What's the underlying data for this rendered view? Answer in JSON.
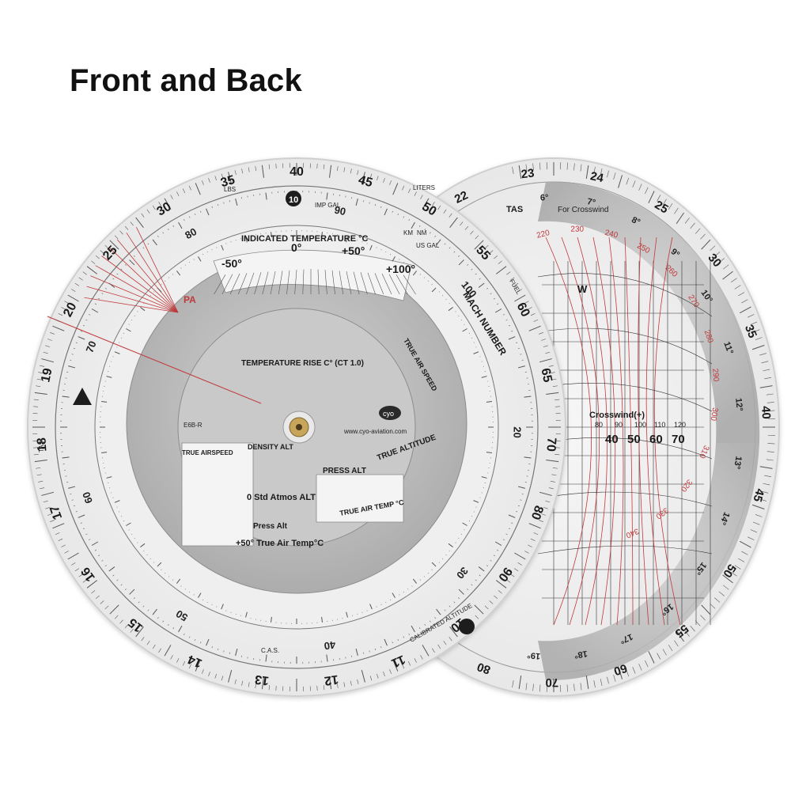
{
  "heading": "Front and Back",
  "colors": {
    "disc": "#f2f2f2",
    "silver": "#b8b8b8",
    "ink": "#1a1a1a",
    "red_ink": "#c0393b"
  },
  "front_disc": {
    "outer_numbers": [
      "40",
      "45",
      "50",
      "55",
      "60",
      "65",
      "70",
      "80",
      "90",
      "10",
      "11",
      "12",
      "13",
      "14",
      "15",
      "16",
      "17",
      "18",
      "19",
      "20",
      "25",
      "30",
      "35"
    ],
    "inner_numbers": [
      "80",
      "90",
      "100",
      "20",
      "30",
      "40",
      "50",
      "60",
      "70"
    ],
    "labels": {
      "indicated_temperature": "INDICATED TEMPERATURE °C",
      "temp_zero": "0°",
      "temp_plus50": "+50°",
      "temp_minus50": "-50°",
      "temp_plus100": "+100°",
      "temperature_rise": "TEMPERATURE RISE C° (CT 1.0)",
      "mach_number": "MACH NUMBER",
      "true_air_speed": "TRUE AIR SPEED",
      "true_altitude": "TRUE ALTITUDE",
      "press_alt": "PRESS ALT",
      "true_air_temp": "TRUE AIR TEMP °C",
      "std_atmos_alt": "0 Std Atmos ALT",
      "press_alt_small": "Press Alt",
      "true_air_temp_c": "+50° True Air Temp°C",
      "density_alt": "DENSITY ALT",
      "true_airspeed": "TRUE AIRSPEED",
      "website": "www.cyo-aviation.com",
      "model": "E6B-R",
      "logo": "cyo",
      "pa": "PA",
      "imp_gal": "IMP GAL",
      "us_gal": "US GAL",
      "liters": "LITERS",
      "fuel": "FUEL",
      "lbs": "LBS",
      "km": "KM",
      "nm": "NM",
      "tas": "TAS",
      "cas": "C.A.S.",
      "calibrated_altitude": "CALIBRATED ALTITUDE"
    }
  },
  "back_disc": {
    "outer_numbers": [
      "22",
      "23",
      "24",
      "25",
      "30",
      "35",
      "40",
      "45",
      "50",
      "55",
      "60",
      "70",
      "80"
    ],
    "inner_numbers": [
      "6°",
      "7°",
      "8°",
      "9°",
      "10°",
      "11°",
      "12°",
      "13°",
      "14°",
      "15°",
      "16°",
      "17°",
      "18°",
      "19°"
    ],
    "red_numbers": [
      "220",
      "230",
      "240",
      "250",
      "260",
      "270",
      "280",
      "290",
      "300",
      "310",
      "320",
      "330",
      "340"
    ],
    "labels": {
      "tas": "TAS",
      "for_crosswind": "For Crosswind",
      "crosswind": "Crosswind(+)",
      "crosswind_scale": [
        "40",
        "50",
        "60",
        "70"
      ],
      "crosswind_small_scale": [
        "80",
        "90",
        "100",
        "110",
        "120"
      ],
      "w_marker": "W"
    }
  }
}
